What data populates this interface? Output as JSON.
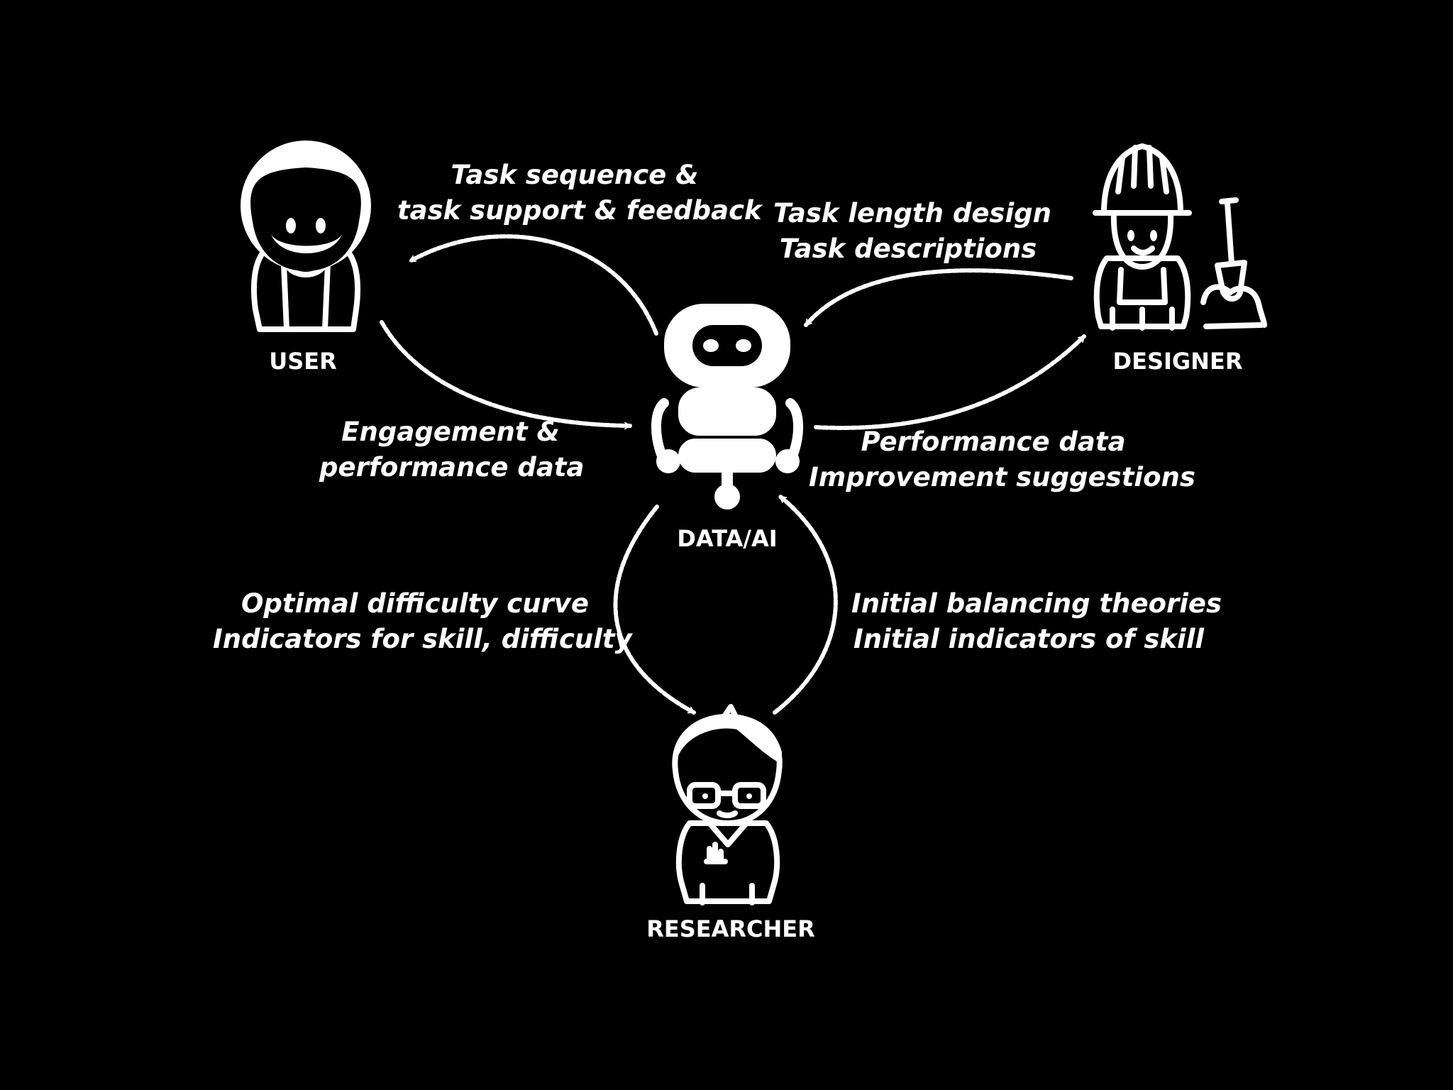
{
  "nodes": {
    "user": "USER",
    "designer": "DESIGNER",
    "ai": "DATA/AI",
    "researcher": "RESEARCHER"
  },
  "edges": {
    "ai_to_user": [
      "Task sequence  &",
      "task support & feedback"
    ],
    "designer_to_ai": [
      "Task length design",
      "Task descriptions"
    ],
    "user_to_ai": [
      "Engagement &",
      "performance data"
    ],
    "ai_to_designer": [
      "Performance data",
      "Improvement suggestions"
    ],
    "ai_to_researcher": [
      "Optimal difficulty curve",
      "Indicators for skill, difficulty"
    ],
    "researcher_to_ai": [
      "Initial balancing theories",
      "Initial indicators of skill"
    ]
  },
  "colors": {
    "background": "#000000",
    "foreground": "#ffffff"
  }
}
